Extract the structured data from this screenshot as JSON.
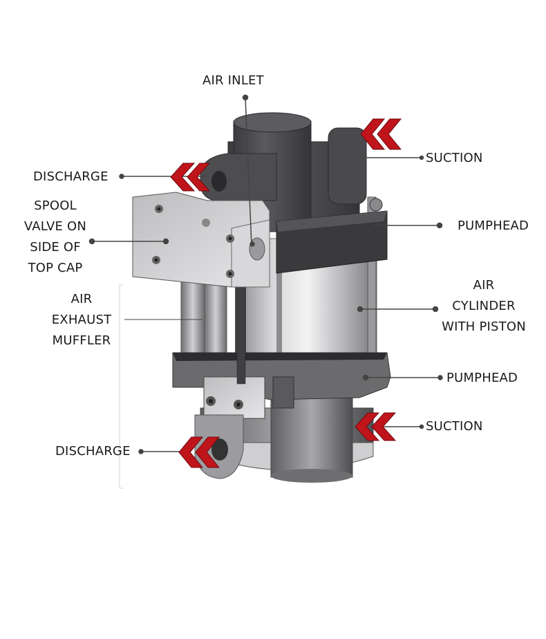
{
  "diagram": {
    "subject": "air-driven liquid pump cutaway illustration",
    "accent_color": "#c0141b",
    "body_dark_color": "#4a4a4d",
    "body_light_color": "#c9c9cb",
    "labels": {
      "air_inlet": "AIR  INLET",
      "suction_top": "SUCTION",
      "discharge_top": "DISCHARGE",
      "pumphead_top": "PUMPHEAD",
      "spool_valve_line1": "SPOOL",
      "spool_valve_line2": "VALVE ON",
      "spool_valve_line3": "SIDE OF",
      "spool_valve_line4": "TOP CAP",
      "air_cylinder_line1": "AIR",
      "air_cylinder_line2": "CYLINDER",
      "air_cylinder_line3": "WITH PISTON",
      "air_exhaust_line1": "AIR",
      "air_exhaust_line2": "EXHAUST",
      "air_exhaust_line3": "MUFFLER",
      "pumphead_bottom": "PUMPHEAD",
      "suction_bottom": "SUCTION",
      "discharge_bottom": "DISCHARGE"
    },
    "flow_arrows": [
      {
        "id": "suction-top",
        "direction": "left"
      },
      {
        "id": "discharge-top",
        "direction": "left"
      },
      {
        "id": "suction-bottom",
        "direction": "left"
      },
      {
        "id": "discharge-bottom",
        "direction": "left"
      }
    ]
  }
}
